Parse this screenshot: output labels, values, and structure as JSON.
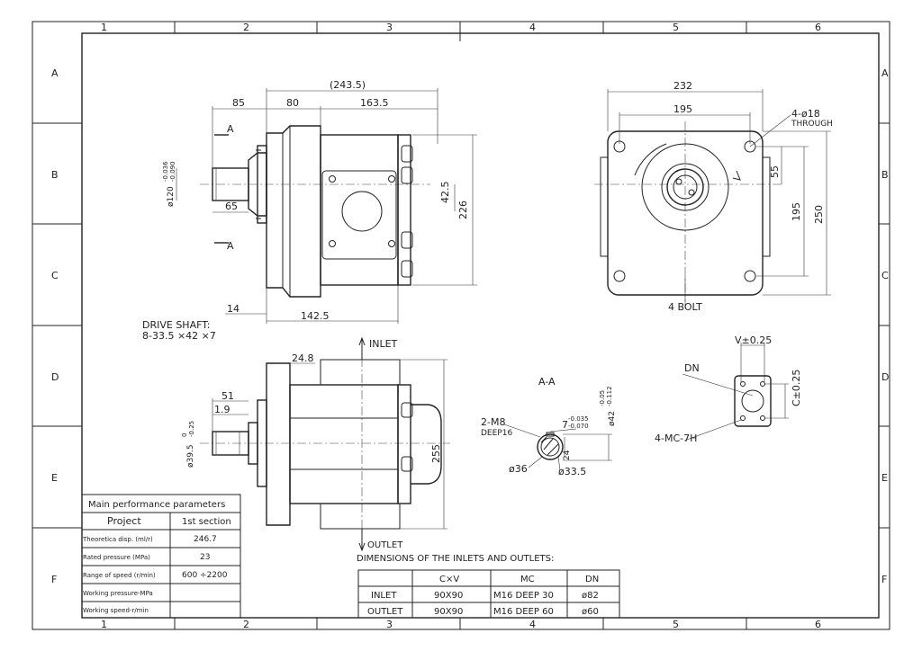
{
  "frame": {
    "cols": [
      "1",
      "2",
      "3",
      "4",
      "5",
      "6"
    ],
    "rows": [
      "A",
      "B",
      "C",
      "D",
      "E",
      "F"
    ]
  },
  "side_view": {
    "dim_total": "(243.5)",
    "dim_85": "85",
    "dim_80": "80",
    "dim_163": "163.5",
    "dim_65": "65",
    "dim_42": "42.5",
    "dim_226": "226",
    "dim_14": "14",
    "dim_142": "142.5",
    "dia_shaft": "ø120",
    "tol_top": "-0.036",
    "tol_bot": "-0.090",
    "section_a": "A",
    "drive_shaft_1": "DRIVE SHAFT:",
    "drive_shaft_2": "8-33.5 ×42 ×7"
  },
  "front_view": {
    "dim_232": "232",
    "dim_195_top": "195",
    "dim_55": "55",
    "dim_195_side": "195",
    "dim_250": "250",
    "holes_1": "4-ø18",
    "holes_2": "THROUGH",
    "bolt": "4 BOLT"
  },
  "bottom_view": {
    "inlet": "INLET",
    "outlet": "OUTLET",
    "dim_24_8": "24.8",
    "dim_51": "51",
    "dim_1_9": "1.9",
    "dia_shaft": "ø39.5",
    "tol_top": "0",
    "tol_bot": "-0.25",
    "dim_255": "255"
  },
  "section_aa": {
    "title": "A-A",
    "thread_1": "2-M8",
    "thread_2": "DEEP16",
    "key_w": "7",
    "key_tol_top": "-0.035",
    "key_tol_bot": "-0.070",
    "dia_42": "ø42",
    "dia_42_top": "-0.05",
    "dia_42_bot": "-0.112",
    "dim_24": "24",
    "dia_36": "ø36",
    "dia_33": "ø33.5"
  },
  "port_detail": {
    "v_dim": "V±0.25",
    "dn": "DN",
    "c_dim": "C±0.25",
    "mc": "4-MC-7H"
  },
  "perf_table": {
    "title": "Main performance parameters",
    "col1": "Project",
    "col2": "1st section",
    "rows": [
      {
        "label": "Theoretica disp. (ml/r)",
        "value": "246.7"
      },
      {
        "label": "Rated pressure (MPa)",
        "value": "23"
      },
      {
        "label": "Range of speed (r/min)",
        "value": "600 ÷2200"
      },
      {
        "label": "Working pressure-MPa",
        "value": ""
      },
      {
        "label": "Working speed-r/min",
        "value": ""
      }
    ]
  },
  "ports_table": {
    "title": "DIMENSIONS OF THE INLETS AND OUTLETS:",
    "headers": [
      "",
      "C×V",
      "MC",
      "DN"
    ],
    "rows": [
      [
        "INLET",
        "90X90",
        "M16 DEEP 30",
        "ø82"
      ],
      [
        "OUTLET",
        "90X90",
        "M16 DEEP 60",
        "ø60"
      ]
    ]
  }
}
